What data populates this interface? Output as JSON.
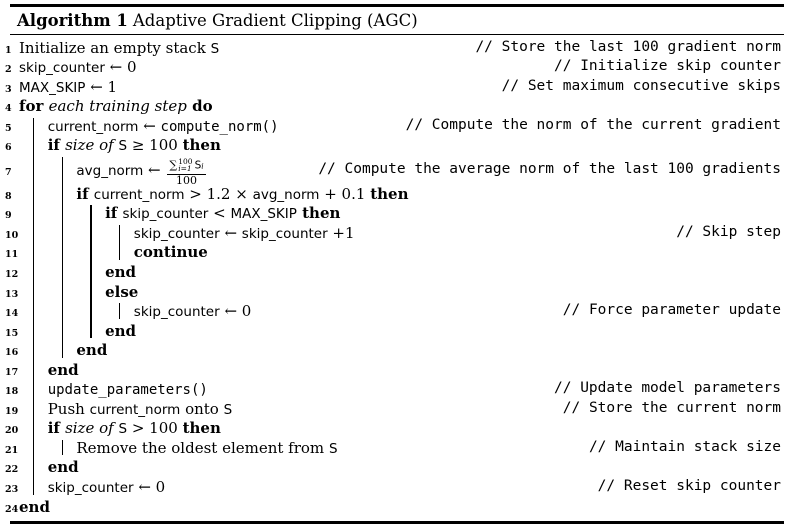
{
  "colors": {
    "text": "#000000",
    "background": "#ffffff",
    "rule": "#000000"
  },
  "header": {
    "label": "Algorithm 1",
    "title": "Adaptive Gradient Clipping (AGC)"
  },
  "fraction": {
    "sum": "∑",
    "upper": "100",
    "lower": "i=1",
    "term": "S",
    "term_sub": "i",
    "den": "100"
  },
  "lines": [
    {
      "num": "1",
      "indent": 0,
      "comment": "// Store the last 100 gradient norm",
      "segments": [
        {
          "s": "text",
          "t": "Initialize an empty stack "
        },
        {
          "s": "var",
          "t": "S"
        }
      ]
    },
    {
      "num": "2",
      "indent": 0,
      "comment": "// Initialize skip counter",
      "segments": [
        {
          "s": "var",
          "t": "skip_counter"
        },
        {
          "s": "math",
          "t": " ← 0"
        }
      ]
    },
    {
      "num": "3",
      "indent": 0,
      "comment": "// Set maximum consecutive skips",
      "segments": [
        {
          "s": "var",
          "t": "MAX_SKIP"
        },
        {
          "s": "math",
          "t": " ← 1"
        }
      ]
    },
    {
      "num": "4",
      "indent": 0,
      "comment": "",
      "segments": [
        {
          "s": "kw",
          "t": "for "
        },
        {
          "s": "it",
          "t": "each training step"
        },
        {
          "s": "kw",
          "t": " do"
        }
      ]
    },
    {
      "num": "5",
      "indent": 1,
      "comment": "// Compute the norm of the current gradient",
      "segments": [
        {
          "s": "var",
          "t": "current_norm"
        },
        {
          "s": "math",
          "t": " ← "
        },
        {
          "s": "code",
          "t": "compute_norm()"
        }
      ]
    },
    {
      "num": "6",
      "indent": 1,
      "comment": "",
      "segments": [
        {
          "s": "kw",
          "t": "if "
        },
        {
          "s": "it",
          "t": "size of "
        },
        {
          "s": "var",
          "t": "S"
        },
        {
          "s": "math",
          "t": " ≥ 100 "
        },
        {
          "s": "kw",
          "t": "then"
        }
      ]
    },
    {
      "num": "7",
      "indent": 2,
      "comment": "// Compute the average norm of the last 100 gradients",
      "segments": [
        {
          "s": "var",
          "t": "avg_norm"
        },
        {
          "s": "math",
          "t": " ← "
        },
        {
          "s": "frac",
          "t": ""
        }
      ]
    },
    {
      "num": "8",
      "indent": 2,
      "comment": "",
      "segments": [
        {
          "s": "kw",
          "t": "if "
        },
        {
          "s": "var",
          "t": "current_norm"
        },
        {
          "s": "math",
          "t": " > 1.2 × "
        },
        {
          "s": "var",
          "t": "avg_norm"
        },
        {
          "s": "math",
          "t": " + 0.1 "
        },
        {
          "s": "kw",
          "t": "then"
        }
      ]
    },
    {
      "num": "9",
      "indent": 3,
      "comment": "",
      "segments": [
        {
          "s": "kw",
          "t": "if "
        },
        {
          "s": "var",
          "t": "skip_counter"
        },
        {
          "s": "math",
          "t": " < "
        },
        {
          "s": "var",
          "t": "MAX_SKIP"
        },
        {
          "s": "kw",
          "t": " then"
        }
      ]
    },
    {
      "num": "10",
      "indent": 4,
      "comment": "// Skip step",
      "segments": [
        {
          "s": "var",
          "t": "skip_counter"
        },
        {
          "s": "math",
          "t": " ← "
        },
        {
          "s": "var",
          "t": "skip_counter"
        },
        {
          "s": "math",
          "t": " +1"
        }
      ]
    },
    {
      "num": "11",
      "indent": 4,
      "comment": "",
      "segments": [
        {
          "s": "kw",
          "t": "continue"
        }
      ]
    },
    {
      "num": "12",
      "indent": 3,
      "comment": "",
      "segments": [
        {
          "s": "kw",
          "t": "end"
        }
      ]
    },
    {
      "num": "13",
      "indent": 3,
      "comment": "",
      "segments": [
        {
          "s": "kw",
          "t": "else"
        }
      ]
    },
    {
      "num": "14",
      "indent": 4,
      "comment": "// Force parameter update",
      "segments": [
        {
          "s": "var",
          "t": "skip_counter"
        },
        {
          "s": "math",
          "t": " ← 0"
        }
      ]
    },
    {
      "num": "15",
      "indent": 3,
      "comment": "",
      "segments": [
        {
          "s": "kw",
          "t": "end"
        }
      ]
    },
    {
      "num": "16",
      "indent": 2,
      "comment": "",
      "segments": [
        {
          "s": "kw",
          "t": "end"
        }
      ]
    },
    {
      "num": "17",
      "indent": 1,
      "comment": "",
      "segments": [
        {
          "s": "kw",
          "t": "end"
        }
      ]
    },
    {
      "num": "18",
      "indent": 1,
      "comment": "// Update model parameters",
      "segments": [
        {
          "s": "code",
          "t": "update_parameters()"
        }
      ]
    },
    {
      "num": "19",
      "indent": 1,
      "comment": "// Store the current norm",
      "segments": [
        {
          "s": "text",
          "t": "Push "
        },
        {
          "s": "var",
          "t": "current_norm"
        },
        {
          "s": "text",
          "t": " onto "
        },
        {
          "s": "var",
          "t": "S"
        }
      ]
    },
    {
      "num": "20",
      "indent": 1,
      "comment": "",
      "segments": [
        {
          "s": "kw",
          "t": "if "
        },
        {
          "s": "it",
          "t": "size of "
        },
        {
          "s": "var",
          "t": "S"
        },
        {
          "s": "math",
          "t": " > 100 "
        },
        {
          "s": "kw",
          "t": "then"
        }
      ]
    },
    {
      "num": "21",
      "indent": 2,
      "comment": "// Maintain stack size",
      "segments": [
        {
          "s": "text",
          "t": "Remove the oldest element from "
        },
        {
          "s": "var",
          "t": "S"
        }
      ]
    },
    {
      "num": "22",
      "indent": 1,
      "comment": "",
      "segments": [
        {
          "s": "kw",
          "t": "end"
        }
      ]
    },
    {
      "num": "23",
      "indent": 1,
      "comment": "// Reset skip counter",
      "segments": [
        {
          "s": "var",
          "t": "skip_counter"
        },
        {
          "s": "math",
          "t": " ← 0"
        }
      ]
    },
    {
      "num": "24",
      "indent": 0,
      "comment": "",
      "segments": [
        {
          "s": "kw",
          "t": "end"
        }
      ]
    }
  ],
  "bars": [
    {
      "level": 1,
      "from": 5,
      "to": 23
    },
    {
      "level": 2,
      "from": 7,
      "to": 16
    },
    {
      "level": 3,
      "from": 9,
      "to": 15
    },
    {
      "level": 4,
      "from": 10,
      "to": 11
    },
    {
      "level": 4,
      "from": 14,
      "to": 14
    },
    {
      "level": 2,
      "from": 21,
      "to": 21
    }
  ]
}
